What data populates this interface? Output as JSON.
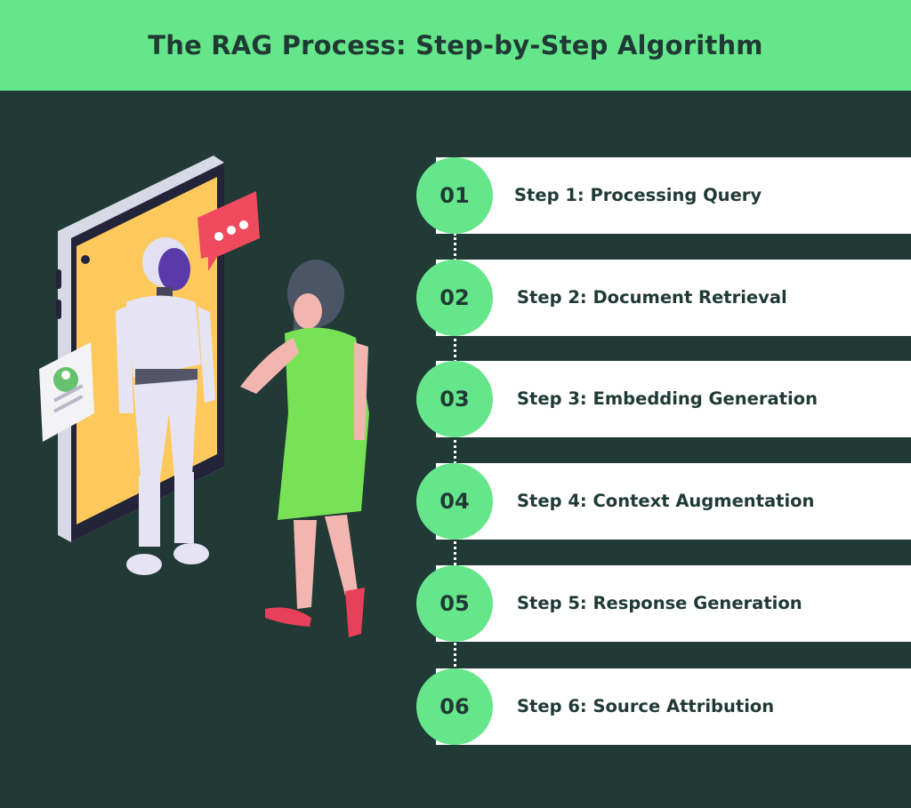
{
  "header": {
    "title": "The RAG Process: Step-by-Step Algorithm"
  },
  "colors": {
    "header_bg": "#66e68a",
    "background": "#213a36",
    "accent_green": "#66e68a",
    "text_dark": "#1f3a34"
  },
  "illustration": {
    "description_icons": [
      "phone-icon",
      "robot-icon",
      "chat-bubble-icon",
      "profile-card-icon",
      "woman-figure"
    ]
  },
  "steps": [
    {
      "number": "01",
      "label": "Step 1: Processing Query"
    },
    {
      "number": "02",
      "label": "Step 2: Document Retrieval"
    },
    {
      "number": "03",
      "label": "Step 3: Embedding Generation"
    },
    {
      "number": "04",
      "label": "Step 4: Context Augmentation"
    },
    {
      "number": "05",
      "label": "Step 5: Response Generation"
    },
    {
      "number": "06",
      "label": "Step 6: Source Attribution"
    }
  ]
}
